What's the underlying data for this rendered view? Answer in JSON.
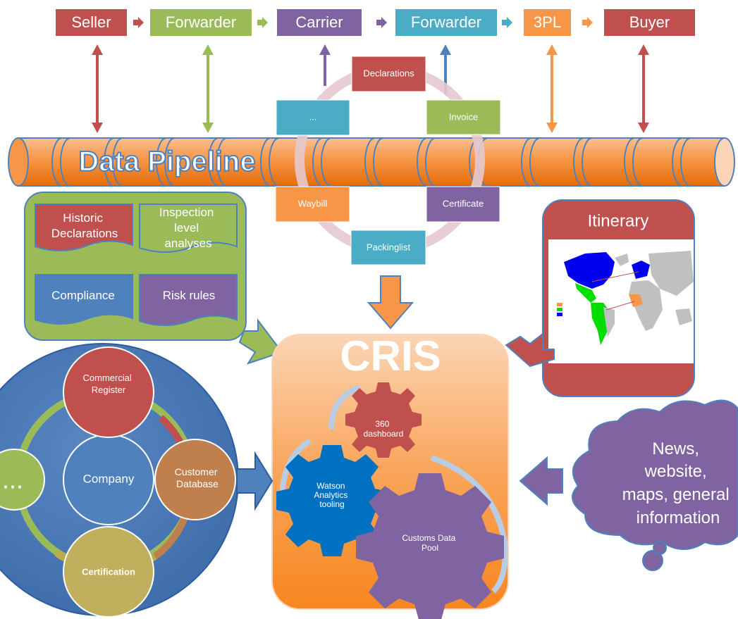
{
  "chain": {
    "items": [
      {
        "label": "Seller",
        "color": "#C0504D"
      },
      {
        "label": "Forwarder",
        "color": "#9BBB59"
      },
      {
        "label": "Carrier",
        "color": "#8064A2"
      },
      {
        "label": "Forwarder",
        "color": "#4BACC6"
      },
      {
        "label": "3PL",
        "color": "#F79646"
      },
      {
        "label": "Buyer",
        "color": "#C0504D"
      }
    ]
  },
  "pipeline": {
    "label": "Data Pipeline",
    "color": "#F79646"
  },
  "documents_cycle": {
    "items": [
      "Declarations",
      "Invoice",
      "Certificate",
      "Packinglist",
      "Waybill",
      "..."
    ]
  },
  "history_panel": {
    "items": [
      "Historic Declarations",
      "Inspection level analyses",
      "Compliance",
      "Risk rules"
    ]
  },
  "itinerary": {
    "title": "Itinerary",
    "map_icon": "world-map-icon"
  },
  "cris": {
    "title": "CRIS",
    "gears": [
      "360 dashboard",
      "Watson Analytics tooling",
      "Customs Data Pool"
    ]
  },
  "company_ring": {
    "center": "Company",
    "nodes": [
      "Commercial Register",
      "Customer Database",
      "Certification",
      "..."
    ]
  },
  "cloud": {
    "text": "News, website, maps, general information"
  }
}
